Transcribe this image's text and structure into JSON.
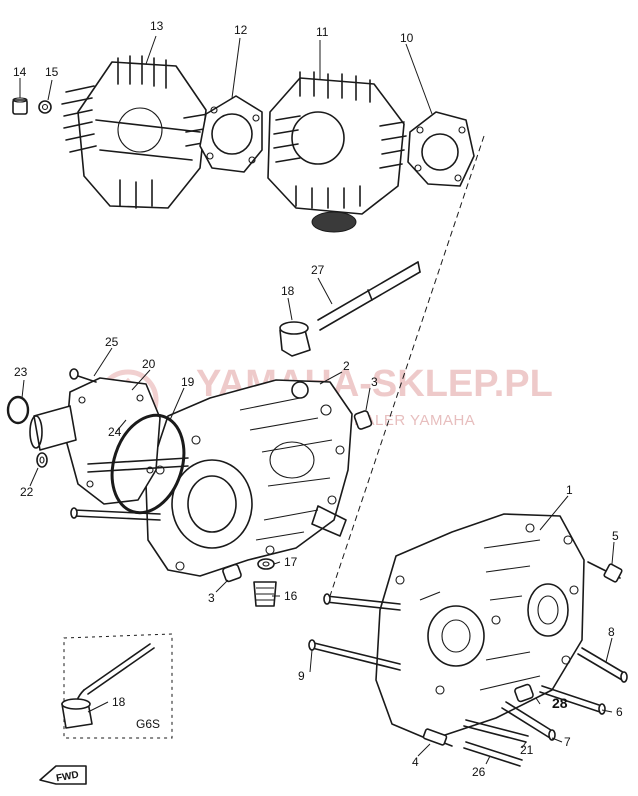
{
  "callouts": {
    "c1": "1",
    "c2": "2",
    "c3a": "3",
    "c3b": "3",
    "c4": "4",
    "c5": "5",
    "c6": "6",
    "c7": "7",
    "c8": "8",
    "c9": "9",
    "c10": "10",
    "c11": "11",
    "c12": "12",
    "c13": "13",
    "c14": "14",
    "c15": "15",
    "c16": "16",
    "c17": "17",
    "c18a": "18",
    "c18b": "18",
    "c19": "19",
    "c20": "20",
    "c21": "21",
    "c22": "22",
    "c23": "23",
    "c24": "24",
    "c25": "25",
    "c26": "26",
    "c27": "27",
    "c28": "28"
  },
  "inset_label": "G6S",
  "fwd_label": "FWD",
  "watermark": {
    "title": "YAMAHA-SKLEP.PL",
    "subtitle": "AUTORYZOWANY DEALER YAMAHA"
  }
}
